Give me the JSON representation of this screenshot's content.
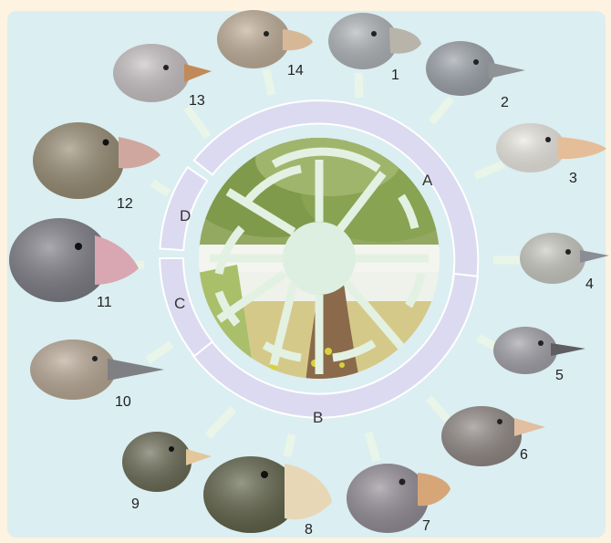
{
  "diagram": {
    "clade_labels": {
      "A": "A",
      "B": "B",
      "C": "C",
      "D": "D"
    },
    "finches": [
      {
        "number": "1",
        "beak": "thick-grey"
      },
      {
        "number": "2",
        "beak": "thin-grey"
      },
      {
        "number": "3",
        "beak": "pale-orange"
      },
      {
        "number": "4",
        "beak": "thin-grey"
      },
      {
        "number": "5",
        "beak": "thin-dark"
      },
      {
        "number": "6",
        "beak": "pale-orange"
      },
      {
        "number": "7",
        "beak": "thick-orange"
      },
      {
        "number": "8",
        "beak": "large-cream"
      },
      {
        "number": "9",
        "beak": "small-orange"
      },
      {
        "number": "10",
        "beak": "long-grey"
      },
      {
        "number": "11",
        "beak": "large-pink"
      },
      {
        "number": "12",
        "beak": "thick-pink"
      },
      {
        "number": "13",
        "beak": "thin-orange"
      },
      {
        "number": "14",
        "beak": "thick-orange"
      }
    ],
    "colors": {
      "frame": "#fdf3e0",
      "panel": "#dbeef1",
      "ring": "#dcdaf0",
      "ring_stroke": "#ffffff",
      "branch": "#e3f1e3",
      "foliage": "#6f8f3c",
      "trunk": "#8a6a4a",
      "ground": "#d8cc8e"
    }
  }
}
